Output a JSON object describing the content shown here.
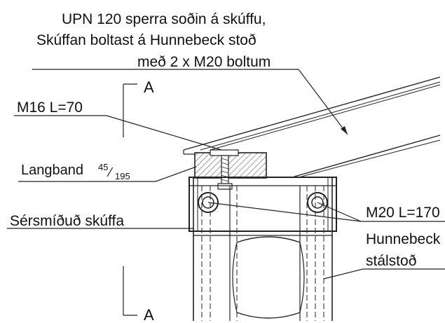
{
  "annotations": {
    "title_line1": "UPN 120 sperra soðin á skúffu,",
    "title_line2": "Skúffan boltast á Hunnebeck stoð",
    "title_line3": "með 2 x M20 boltum",
    "section_mark_top": "A",
    "section_mark_bottom": "A",
    "bolt_m16": "M16  L=70",
    "langband": "Langband",
    "langband_num": "45",
    "langband_den": "195",
    "skuffa": "Sérsmíðuð skúffa",
    "bolt_m20": "M20 L=170",
    "prop_line1": "Hunnebeck",
    "prop_line2": "stálstoð"
  }
}
